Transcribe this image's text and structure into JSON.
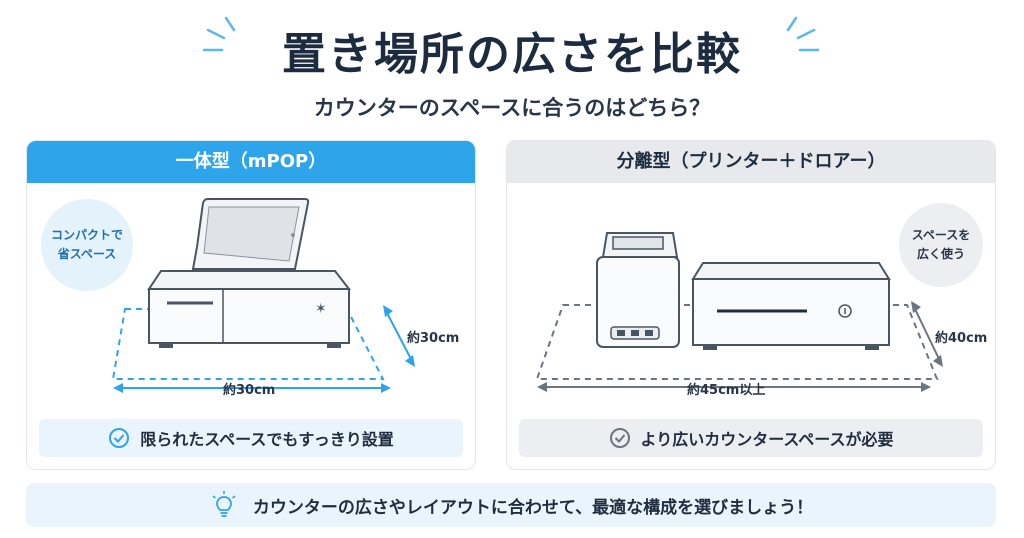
{
  "header": {
    "title": "置き場所の広さを比較",
    "subtitle": "カウンターのスペースに合うのはどちら？"
  },
  "left_panel": {
    "title": "一体型（mPOP）",
    "badge_line1": "コンパクトで",
    "badge_line2": "省スペース",
    "depth_label": "約30cm",
    "width_label": "約30cm",
    "note": "限られたスペースでもすっきり設置"
  },
  "right_panel": {
    "title": "分離型（プリンター＋ドロアー）",
    "badge_line1": "スペースを",
    "badge_line2": "広く使う",
    "depth_label": "約40cm",
    "width_label": "約45cm以上",
    "note": "より広いカウンタースペースが必要"
  },
  "footer": {
    "text": "カウンターの広さやレイアウトに合わせて、最適な構成を選びましょう！"
  },
  "colors": {
    "accent_blue": "#2ea4ea",
    "navy_text": "#1d2b40",
    "light_blue_bg": "#eaf4fc",
    "gray_header": "#e7e9ec"
  },
  "icons": {
    "check": "check-circle-icon",
    "idea": "lightbulb-icon",
    "spark": "spark-lines-icon"
  }
}
